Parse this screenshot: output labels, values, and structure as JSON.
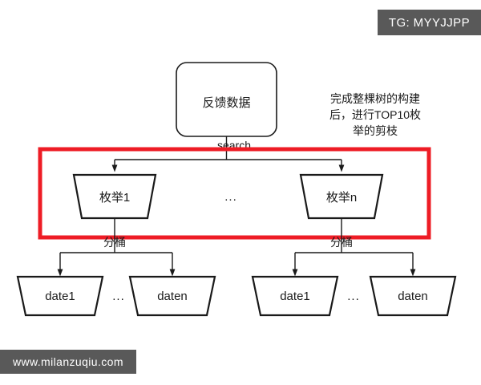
{
  "overlays": {
    "tag_badge": "TG: MYYJJPP",
    "watermark": "www.milanzuqiu.com",
    "badge_bg": "#595959",
    "badge_text_color": "#ffffff"
  },
  "diagram": {
    "highlight_color": "#ee1c25",
    "shape_stroke": "#1a1a1a",
    "shape_fill": "#ffffff",
    "root": {
      "label": "反馈数据",
      "shape": "rounded-rect"
    },
    "root_edge_label": "search",
    "annotation": {
      "line1": "完成整棵树的构建",
      "line2": "后，进行TOP10枚",
      "line3": "举的剪枝"
    },
    "enumeration_nodes": [
      {
        "label": "枚举1",
        "shape": "trapezoid"
      },
      {
        "label": "枚举n",
        "shape": "trapezoid"
      }
    ],
    "enumeration_ellipsis": "...",
    "bucket_edge_labels": [
      "分桶",
      "分桶"
    ],
    "date_groups": [
      {
        "nodes": [
          {
            "label": "date1",
            "shape": "trapezoid"
          },
          {
            "label": "daten",
            "shape": "trapezoid"
          }
        ],
        "ellipsis": "..."
      },
      {
        "nodes": [
          {
            "label": "date1",
            "shape": "trapezoid"
          },
          {
            "label": "daten",
            "shape": "trapezoid"
          }
        ],
        "ellipsis": "..."
      }
    ]
  }
}
